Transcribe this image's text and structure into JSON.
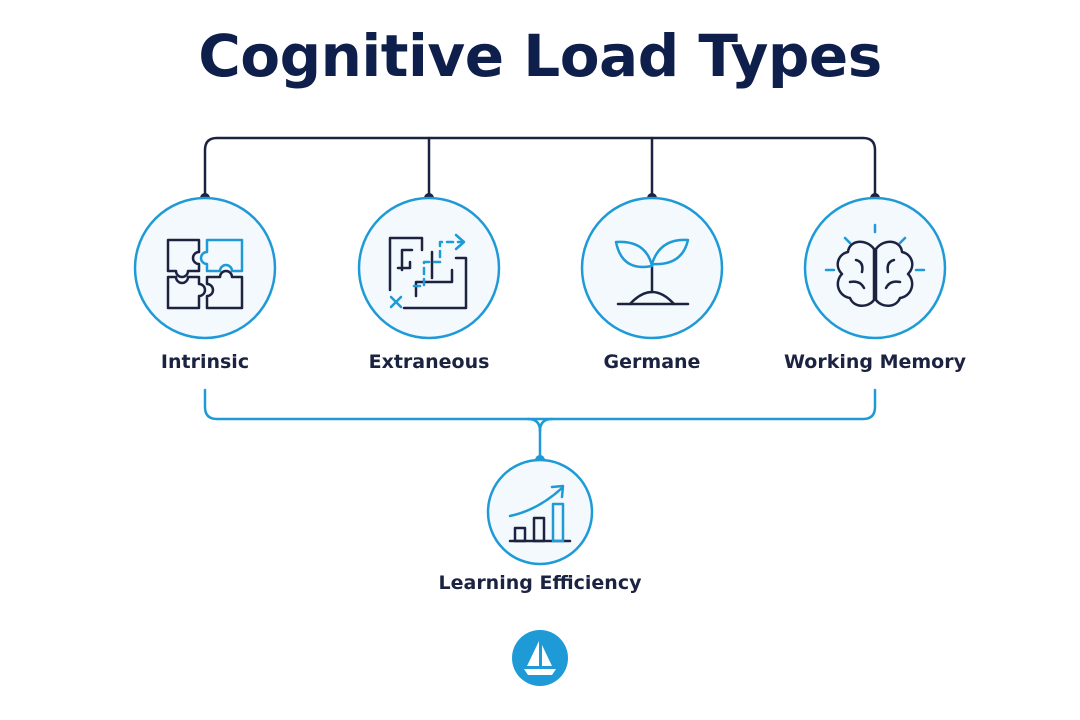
{
  "title": "Cognitive Load Types",
  "nodes": [
    {
      "id": "intrinsic",
      "label": "Intrinsic",
      "icon": "puzzle-icon"
    },
    {
      "id": "extraneous",
      "label": "Extraneous",
      "icon": "maze-path-icon"
    },
    {
      "id": "germane",
      "label": "Germane",
      "icon": "sprout-icon"
    },
    {
      "id": "working-memory",
      "label": "Working Memory",
      "icon": "brain-icon"
    }
  ],
  "result": {
    "label": "Learning Efficiency",
    "icon": "growth-chart-icon"
  },
  "brand": {
    "icon": "sailboat-logo-icon"
  },
  "colors": {
    "navy": "#0f1f4b",
    "accent": "#1e9ad6",
    "circle_fill": "#f4f9fd"
  }
}
